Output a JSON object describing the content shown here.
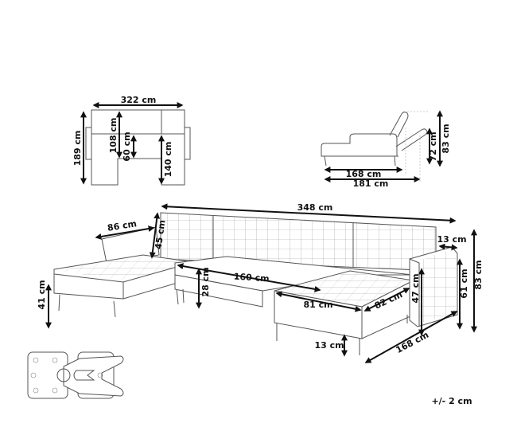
{
  "top_view": {
    "width": "322 cm",
    "depth": "189 cm",
    "back_depth": "108 cm",
    "seat_depth": "60 cm",
    "chaise_length": "140 cm"
  },
  "side_view": {
    "bed_length": "168 cm",
    "total_length": "181 cm",
    "height_reclined": "72 cm",
    "height": "83 cm"
  },
  "main_view": {
    "total_width": "348 cm",
    "armrest_length": "86 cm",
    "back_height": "45 cm",
    "armrest_width": "13 cm",
    "total_height": "83 cm",
    "armrest_height": "61 cm",
    "seat_width": "160 cm",
    "seat_thickness": "28 cm",
    "seat_height": "41 cm",
    "chaise_width": "81 cm",
    "chaise_depth": "82 cm",
    "armrest_inner_height": "47 cm",
    "leg_height": "13 cm",
    "chaise_length": "168 cm"
  },
  "tolerance": "+/- 2 cm",
  "colors": {
    "line": "#555555",
    "arrow": "#111111"
  }
}
